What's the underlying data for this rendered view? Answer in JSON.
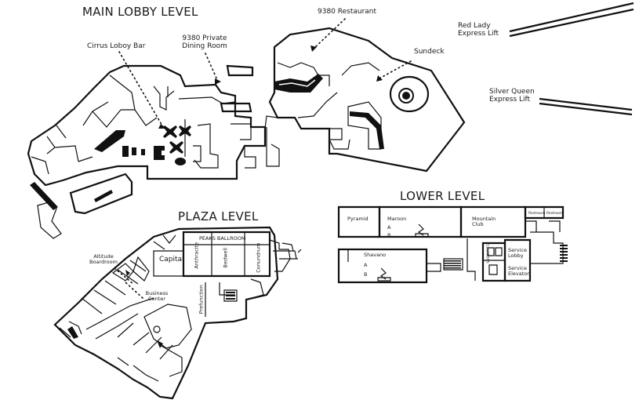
{
  "levels": {
    "main_lobby": "MAIN LOBBY LEVEL",
    "plaza": "PLAZA LEVEL",
    "lower": "LOWER LEVEL"
  },
  "main_lobby_labels": {
    "restaurant": "9380 Restaurant",
    "private_dining_1": "9380 Private",
    "private_dining_2": "Dining Room",
    "cirrus_bar": "Cirrus Loboy Bar",
    "sundeck": "Sundeck",
    "red_lady_1": "Red Lady",
    "red_lady_2": "Express Lift",
    "silver_queen_1": "Silver Queen",
    "silver_queen_2": "Express Lift"
  },
  "plaza_labels": {
    "altitude_1": "Altitude",
    "altitude_2": "Boardroom",
    "capital": "Capital",
    "peaks_ballroom": "PEAKS BALLROOM",
    "anthracite": "Anthracite",
    "bedwell": "Bedwell",
    "conundrum": "Conundrum",
    "prefunction": "Prefunction",
    "business_1": "Business",
    "business_2": "Center"
  },
  "lower_labels": {
    "pyramid": "Pyramid",
    "maroon": "Maroon",
    "maroon_a": "A",
    "maroon_b": "B",
    "mountain_1": "Mountain",
    "mountain_2": "Club",
    "restroom_1": "Restroom",
    "restroom_2": "Restroom",
    "shavano": "Shavano",
    "shavano_a": "A",
    "shavano_b": "B",
    "elevators": "ELEVATORS",
    "service_lobby_1": "Service",
    "service_lobby_2": "Lobby",
    "service_elevator_1": "Service",
    "service_elevator_2": "Elevator"
  }
}
